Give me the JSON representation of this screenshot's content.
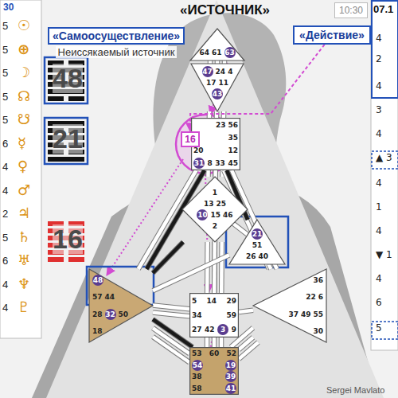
{
  "diagram": {
    "title": "«ИСТОЧНИК»",
    "nodes": [
      {
        "text": [
          "«Самоосуществление»",
          "Неиссякаемый источник"
        ]
      },
      {
        "text": [
          "«Действие»"
        ]
      },
      {
        "text": [
          "10:30"
        ]
      },
      {
        "text": [
          "64",
          "61",
          "63"
        ]
      },
      {
        "text": [
          "47",
          "24",
          "4",
          "17",
          "11",
          "43"
        ]
      },
      {
        "text": [
          "23",
          "56",
          "35",
          "20",
          "12",
          "31",
          "8",
          "33",
          "45"
        ]
      },
      {
        "text": [
          "16"
        ],
        "in": 5
      },
      {
        "text": [
          "1",
          "13",
          "25",
          "10",
          "15",
          "46",
          "2"
        ]
      },
      {
        "text": [
          "21",
          "51",
          "26",
          "40"
        ]
      },
      {
        "text": [
          "48",
          "57",
          "44",
          "28",
          "32",
          "50",
          "18"
        ]
      },
      {
        "text": [
          "5",
          "14",
          "29",
          "34",
          "59",
          "27",
          "42",
          "3",
          "9"
        ]
      },
      {
        "text": [
          "36",
          "22",
          "6",
          "37",
          "49",
          "55",
          "30"
        ]
      },
      {
        "text": [
          "53",
          "60",
          "52",
          "54",
          "19",
          "38",
          "39",
          "58",
          "41"
        ]
      }
    ],
    "edges": [
      {
        "from": 3,
        "to": 4,
        "arrow": "none"
      },
      {
        "from": 3,
        "to": 4,
        "arrow": "none"
      },
      {
        "from": 3,
        "to": 4,
        "arrow": "none"
      },
      {
        "from": 4,
        "to": 5,
        "arrow": "none"
      },
      {
        "from": 4,
        "to": 5,
        "arrow": "none"
      },
      {
        "from": 4,
        "to": 5,
        "arrow": "none"
      },
      {
        "from": 5,
        "to": 7,
        "arrow": "none"
      },
      {
        "from": 5,
        "to": 7,
        "arrow": "none"
      },
      {
        "from": 5,
        "to": 7,
        "arrow": "none"
      },
      {
        "from": 5,
        "to": 9,
        "arrow": "none"
      },
      {
        "from": 5,
        "to": 9,
        "arrow": "none"
      },
      {
        "from": 5,
        "to": 11,
        "arrow": "none"
      },
      {
        "from": 5,
        "to": 11,
        "arrow": "none"
      },
      {
        "from": 5,
        "to": 8,
        "arrow": "none"
      },
      {
        "from": 5,
        "to": 10,
        "arrow": "none"
      },
      {
        "from": 7,
        "to": 10,
        "arrow": "none"
      },
      {
        "from": 7,
        "to": 10,
        "arrow": "none"
      },
      {
        "from": 7,
        "to": 10,
        "arrow": "none"
      },
      {
        "from": 7,
        "to": 8,
        "arrow": "none"
      },
      {
        "from": 7,
        "to": 9,
        "arrow": "none"
      },
      {
        "from": 8,
        "to": 11,
        "arrow": "none"
      },
      {
        "from": 8,
        "to": 9,
        "arrow": "none"
      },
      {
        "from": 10,
        "to": 9,
        "arrow": "none"
      },
      {
        "from": 10,
        "to": 9,
        "arrow": "none"
      },
      {
        "from": 10,
        "to": 12,
        "arrow": "none"
      },
      {
        "from": 10,
        "to": 12,
        "arrow": "none"
      },
      {
        "from": 10,
        "to": 12,
        "arrow": "none"
      },
      {
        "from": 10,
        "to": 11,
        "arrow": "none"
      },
      {
        "from": 12,
        "to": 9,
        "arrow": "none"
      },
      {
        "from": 12,
        "to": 9,
        "arrow": "none"
      },
      {
        "from": 12,
        "to": 9,
        "arrow": "none"
      },
      {
        "from": 12,
        "to": 11,
        "arrow": "none"
      },
      {
        "from": 12,
        "to": 11,
        "arrow": "none"
      },
      {
        "from": 12,
        "to": 11,
        "arrow": "none"
      },
      {
        "from": 1,
        "to": 6,
        "arrow": "to"
      }
    ],
    "labels": [
      "30",
      "5",
      "5",
      "5",
      "5",
      "5",
      "6",
      "4",
      "4",
      "2",
      "5",
      "6",
      "4",
      "4",
      "☉",
      "⊕",
      "☽",
      "☊",
      "☋",
      "☿",
      "♀",
      "♂",
      "♃",
      "♄",
      "♅",
      "♆",
      "♇",
      "48",
      "21",
      "16",
      "07.1",
      "4",
      "2",
      "4",
      "3",
      "4",
      "▲ 3",
      "4",
      "1",
      "4",
      "▼ 1",
      "4",
      "6",
      "5",
      "Sergei Mavlato"
    ]
  }
}
